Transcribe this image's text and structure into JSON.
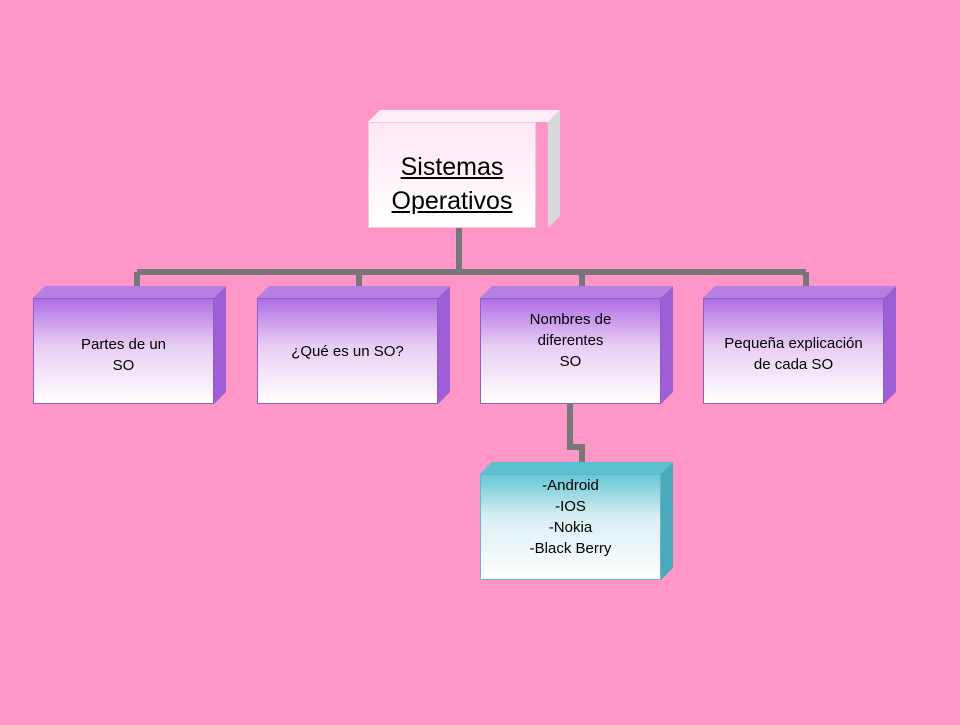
{
  "diagram": {
    "root": {
      "line1": "Sistemas",
      "line2": "Operativos"
    },
    "children": [
      {
        "line1": "Partes de un",
        "line2": "SO"
      },
      {
        "line1": "¿Qué es un SO?"
      },
      {
        "line1": "Nombres de",
        "line2": "diferentes",
        "line3": "SO",
        "children": [
          {
            "items": [
              "-Android",
              "-IOS",
              "-Nokia",
              "-Black Berry"
            ]
          }
        ]
      },
      {
        "line1": "Pequeña explicación",
        "line2": "de cada SO"
      }
    ]
  },
  "colors": {
    "background": "#ff96c8",
    "connector": "#777777",
    "level1_accent": "#b06ee6",
    "level2_accent": "#66c8d6",
    "root_top": "#ffe6f4"
  }
}
